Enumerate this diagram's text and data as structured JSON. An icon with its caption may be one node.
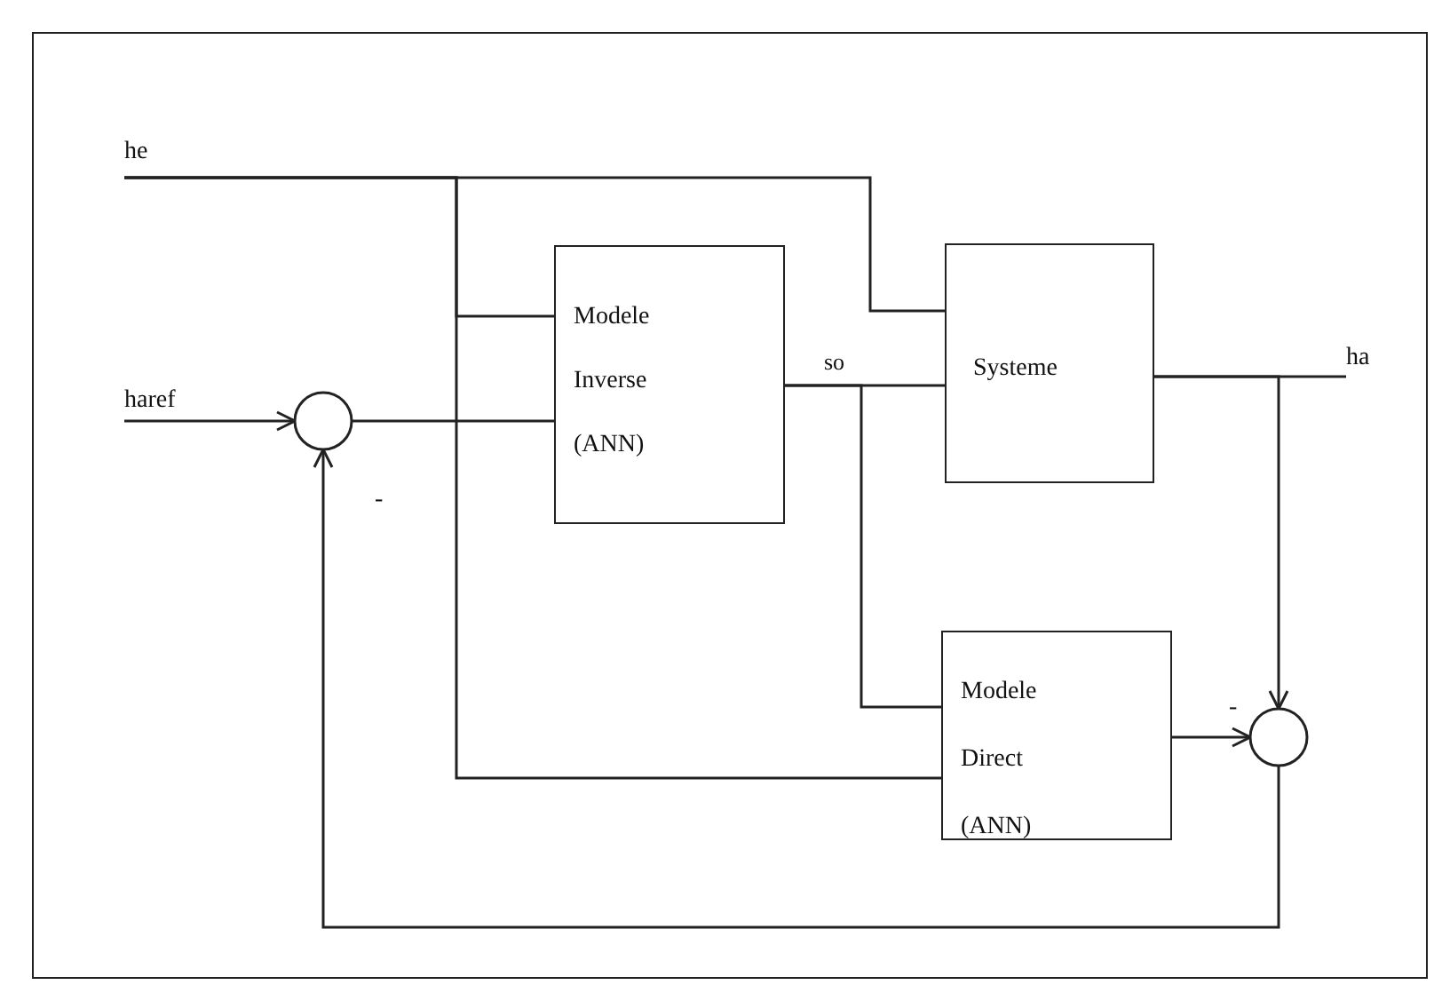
{
  "diagram": {
    "nodes": [
      {
        "text": [
          "he"
        ]
      },
      {
        "text": [
          "haref"
        ]
      },
      {
        "text": [],
        "shape": "circle"
      },
      {
        "text": [
          "Modele Inverse (ANN)"
        ]
      },
      {
        "text": [
          "Systeme"
        ]
      },
      {
        "text": [
          "ha"
        ]
      },
      {
        "text": [
          "Modele Direct (ANN)"
        ]
      },
      {
        "text": [],
        "shape": "circle"
      }
    ],
    "edges": [
      {
        "from": 0,
        "to": 4,
        "arrow": "none"
      },
      {
        "from": 0,
        "to": 3,
        "arrow": "none"
      },
      {
        "from": 0,
        "to": 6,
        "arrow": "none"
      },
      {
        "from": 1,
        "to": 2,
        "arrow": "to"
      },
      {
        "from": 2,
        "to": 3,
        "arrow": "none"
      },
      {
        "from": 3,
        "to": 4,
        "arrow": "none",
        "label": "so"
      },
      {
        "from": 3,
        "to": 6,
        "arrow": "none"
      },
      {
        "from": 4,
        "to": 5,
        "arrow": "none"
      },
      {
        "from": 4,
        "to": 7,
        "arrow": "to"
      },
      {
        "from": 6,
        "to": 7,
        "arrow": "to"
      },
      {
        "from": 7,
        "to": 2,
        "arrow": "to"
      }
    ],
    "labels": [
      "-",
      "-"
    ]
  }
}
